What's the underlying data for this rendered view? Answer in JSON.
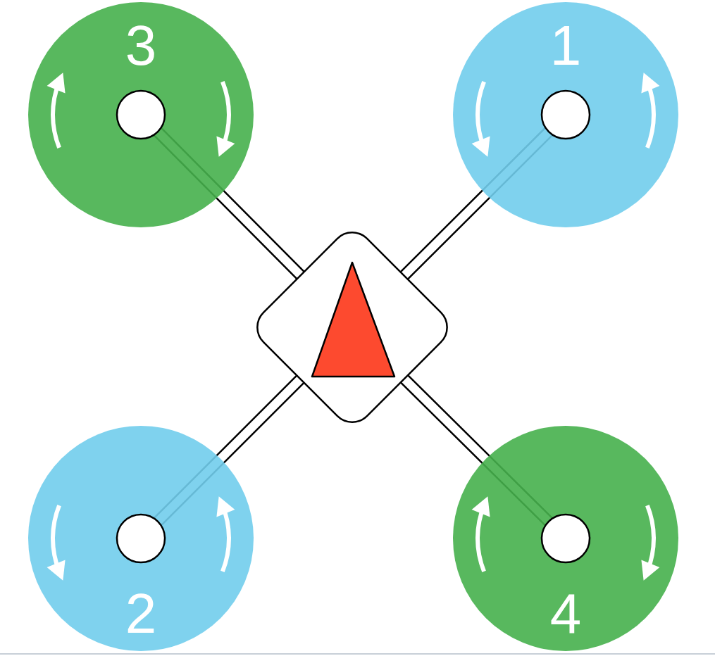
{
  "diagram": {
    "nodes": [
      {
        "text": [
          "3"
        ]
      },
      {
        "text": [
          "1"
        ]
      },
      {
        "text": [
          "2"
        ]
      },
      {
        "text": [
          "4"
        ]
      }
    ]
  }
}
